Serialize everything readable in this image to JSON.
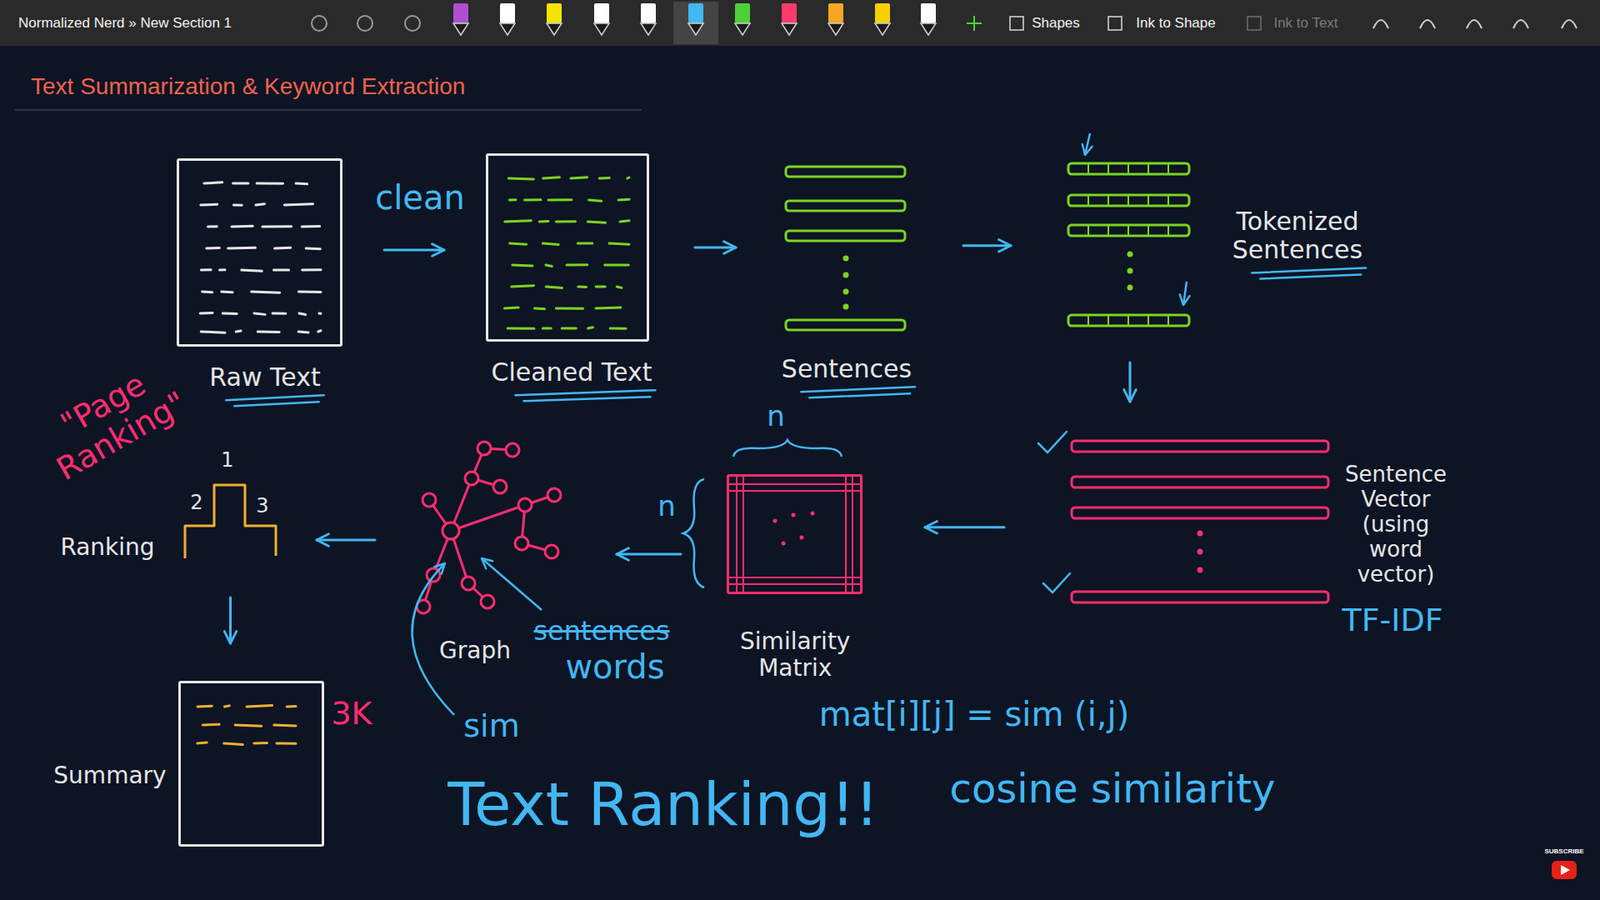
{
  "diagram": {
    "title": "Text Summarization & Keyword Extraction",
    "nodes": [
      {
        "text": [
          "Raw Text"
        ]
      },
      {
        "text": [
          "Cleaned Text"
        ]
      },
      {
        "text": [
          "Sentences"
        ]
      },
      {
        "text": [
          "Tokenized Sentences"
        ]
      },
      {
        "text": [
          "Sentence Vector (using word vector)"
        ]
      },
      {
        "text": [
          "Similarity Matrix"
        ]
      },
      {
        "text": [
          "Graph"
        ]
      },
      {
        "text": [
          "Ranking"
        ]
      },
      {
        "text": [
          "Summary"
        ]
      }
    ],
    "edges": [
      {
        "from": 0,
        "to": 1,
        "label": "clean",
        "arrow": "to"
      },
      {
        "from": 1,
        "to": 2,
        "arrow": "to"
      },
      {
        "from": 2,
        "to": 3,
        "arrow": "to"
      },
      {
        "from": 3,
        "to": 4,
        "arrow": "to"
      },
      {
        "from": 4,
        "to": 5,
        "arrow": "to"
      },
      {
        "from": 5,
        "to": 6,
        "arrow": "to"
      },
      {
        "from": 6,
        "to": 7,
        "arrow": "to"
      },
      {
        "from": 7,
        "to": 8,
        "arrow": "to"
      }
    ],
    "labels": [
      "Normalized Nerd » New Section 1",
      "Shapes",
      "Ink to Shape",
      "Ink to Text",
      "\"Page Ranking\"",
      "1",
      "2",
      "3",
      "3K",
      "n",
      "n",
      "sentences",
      "words",
      "sim",
      "mat[i][j] = sim (i,j)",
      "TF-IDF",
      "Text Ranking!!",
      "cosine similarity",
      "SUBSCRIBE"
    ]
  }
}
